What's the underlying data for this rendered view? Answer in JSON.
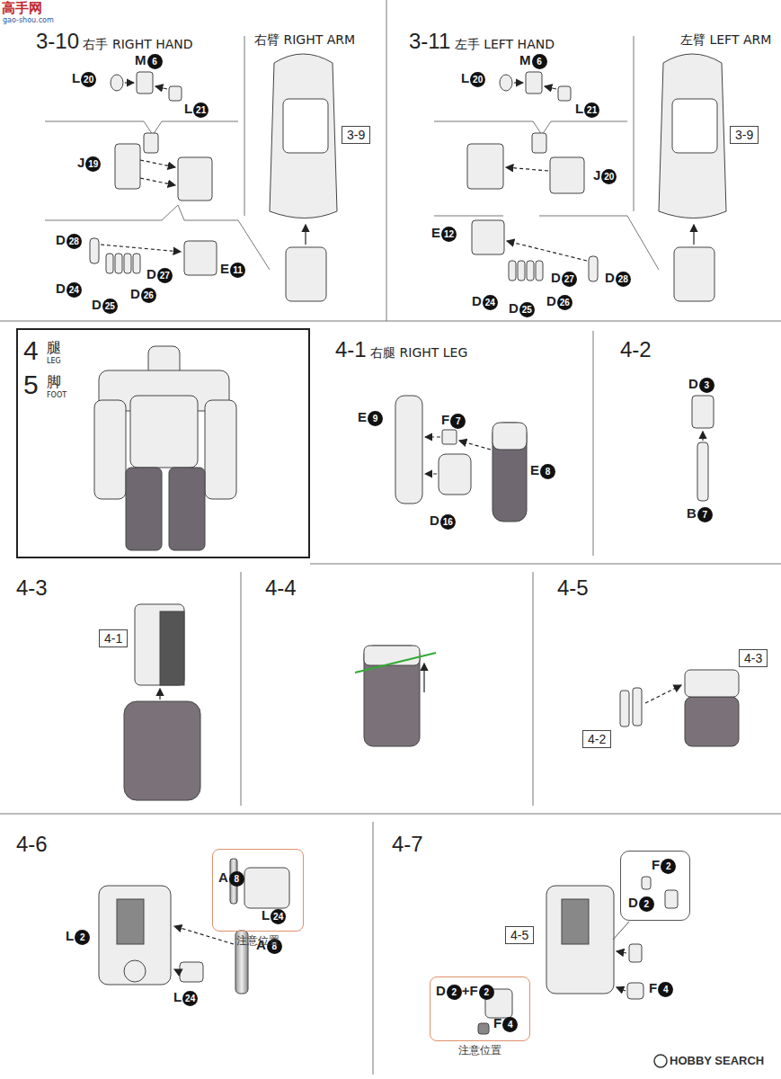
{
  "diagram": {
    "nodes": [
      {
        "text": [
          "3-9"
        ]
      },
      {
        "text": [
          "3-9"
        ]
      },
      {
        "text": [
          "4",
          "腿",
          "LEG",
          "5",
          "脚",
          "FOOT"
        ]
      },
      {
        "text": [
          "4-1"
        ]
      },
      {
        "text": [
          "4-3"
        ]
      },
      {
        "text": [
          "4-2"
        ]
      },
      {
        "text": [
          "A8",
          "L24",
          "注意位置"
        ]
      },
      {
        "text": [
          "F2",
          "D2"
        ]
      },
      {
        "text": [
          "4-5"
        ]
      },
      {
        "text": [
          "D2+F2",
          "F4",
          "注意位置"
        ]
      }
    ],
    "labels": [
      "3-10 右手 RIGHT HAND",
      "右臂 RIGHT ARM",
      "M6",
      "L20",
      "L21",
      "J19",
      "D28",
      "E11",
      "D27",
      "D24",
      "D26",
      "D25",
      "3-11 左手 LEFT HAND",
      "左臂 LEFT ARM",
      "M6",
      "L20",
      "L21",
      "J20",
      "E12",
      "D28",
      "D27",
      "D24",
      "D26",
      "D25",
      "4-1 右腿 RIGHT LEG",
      "E9",
      "F7",
      "E8",
      "D16",
      "4-2",
      "D3",
      "B7",
      "4-3",
      "4-4",
      "4-5",
      "4-6",
      "L2",
      "A8",
      "L24",
      "4-7",
      "F4",
      "高手网",
      "gao-shou.com",
      "HOBBY SEARCH"
    ]
  }
}
